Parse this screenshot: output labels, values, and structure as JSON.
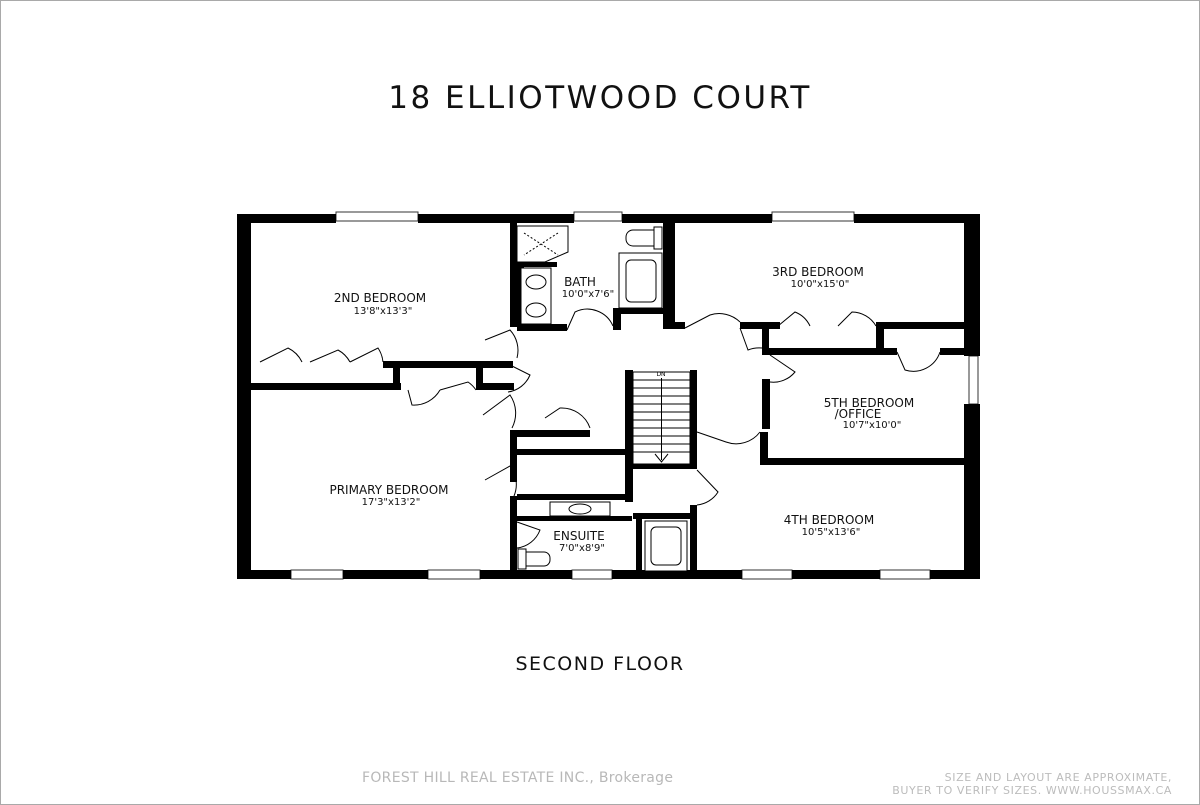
{
  "header": {
    "address": "18 ELLIOTWOOD COURT"
  },
  "footer": {
    "floor_label": "SECOND FLOOR",
    "brokerage": "FOREST HILL REAL ESTATE INC., Brokerage",
    "disclaimer_line1": "SIZE AND LAYOUT ARE APPROXIMATE,",
    "disclaimer_line2": "BUYER TO VERIFY SIZES. WWW.HOUSSMAX.CA"
  },
  "rooms": {
    "second_bedroom": {
      "name": "2ND BEDROOM",
      "size": "13'8\"x13'3\""
    },
    "bath": {
      "name": "BATH",
      "size": "10'0\"x7'6\""
    },
    "third_bedroom": {
      "name": "3RD BEDROOM",
      "size": "10'0\"x15'0\""
    },
    "fifth_bedroom": {
      "name_line1": "5TH BEDROOM",
      "name_line2": "/OFFICE",
      "size": "10'7\"x10'0\""
    },
    "primary_bedroom": {
      "name": "PRIMARY BEDROOM",
      "size": "17'3\"x13'2\""
    },
    "ensuite": {
      "name": "ENSUITE",
      "size": "7'0\"x8'9\""
    },
    "fourth_bedroom": {
      "name": "4TH BEDROOM",
      "size": "10'5\"x13'6\""
    }
  },
  "stairs": {
    "label": "DN"
  }
}
